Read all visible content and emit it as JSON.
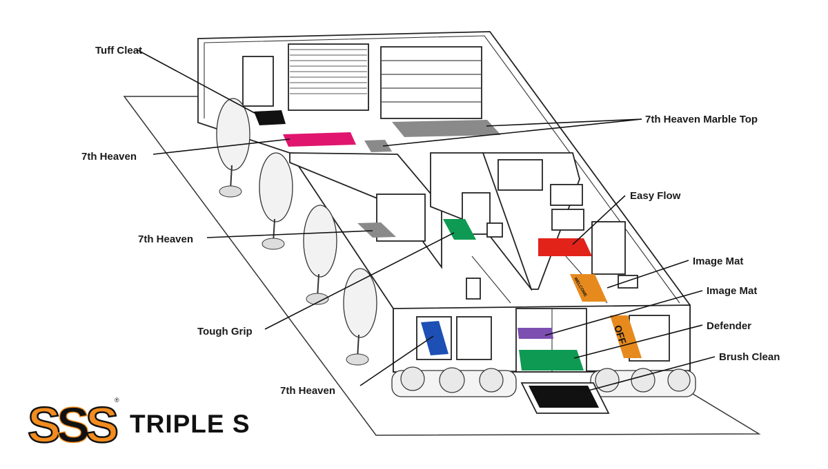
{
  "labels": {
    "tuff_cleat": "Tuff Cleat",
    "marble_top": "7th Heaven Marble Top",
    "heaven_1": "7th Heaven",
    "heaven_2": "7th Heaven",
    "easy_flow": "Easy Flow",
    "image_mat_1": "Image Mat",
    "image_mat_2": "Image Mat",
    "tough_grip": "Tough Grip",
    "defender": "Defender",
    "brush_clean": "Brush Clean",
    "heaven_3": "7th Heaven"
  },
  "mat_text": {
    "off_mat": "OFF",
    "welcome_mat": "WELCOME"
  },
  "logo": {
    "brand": "TRIPLE S",
    "registered": "®"
  },
  "colors": {
    "logo_orange": "#F28C1E",
    "pink_mat": "#E0156E",
    "green_mat": "#0E9A52",
    "red_mat": "#E2231A",
    "blue_mat": "#1E4FB5",
    "purple_mat": "#7C4FB0",
    "orange_mat": "#E68A1E",
    "grey_mat": "#8A8A8A",
    "black_mat": "#111111"
  }
}
